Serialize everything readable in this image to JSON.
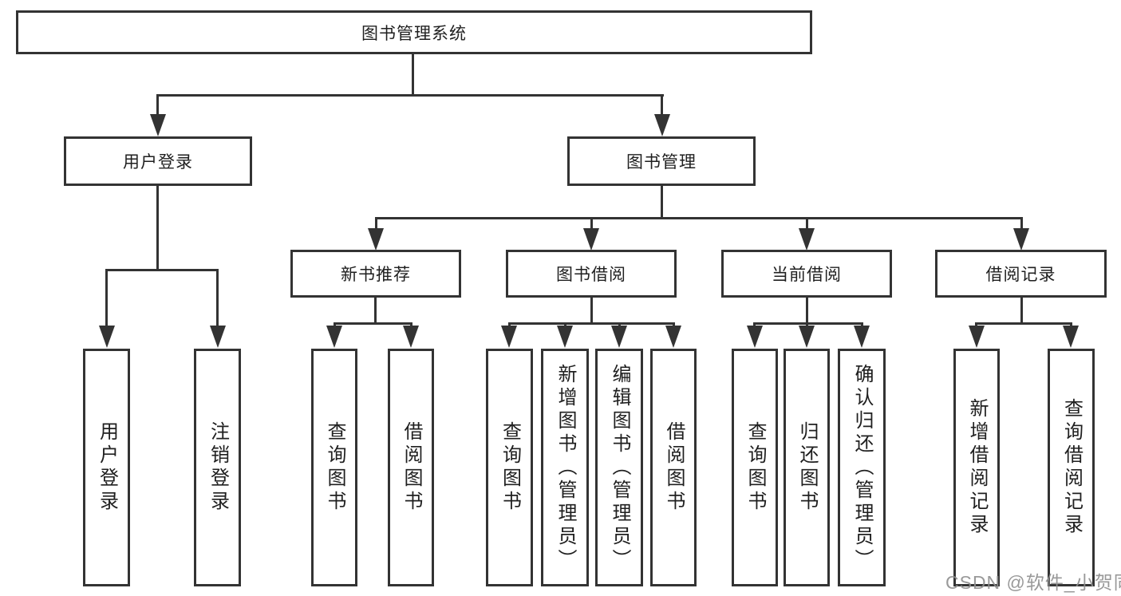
{
  "nodes": {
    "root": "图书管理系统",
    "user_login_branch": "用户登录",
    "book_mgmt_branch": "图书管理",
    "new_books": "新书推荐",
    "book_borrow": "图书借阅",
    "current_borrow": "当前借阅",
    "borrow_records": "借阅记录",
    "leaf_user_login": "用户登录",
    "leaf_user_logout": "注销登录",
    "leaf_new_query": "查询图书",
    "leaf_new_borrow": "借阅图书",
    "leaf_bb_query": "查询图书",
    "leaf_bb_add": "新增图书（管理员）",
    "leaf_bb_edit": "编辑图书（管理员）",
    "leaf_bb_borrow": "借阅图书",
    "leaf_cb_query": "查询图书",
    "leaf_cb_return": "归还图书",
    "leaf_cb_confirm": "确认归还（管理员）",
    "leaf_br_add": "新增借阅记录",
    "leaf_br_query": "查询借阅记录"
  },
  "watermark": {
    "text": "CSDN @软件_小贺同学"
  },
  "colors": {
    "line": "#333333",
    "border": "#333333",
    "text": "#1f1f1f",
    "background": "#ffffff",
    "watermark": "#8f8f8f"
  }
}
